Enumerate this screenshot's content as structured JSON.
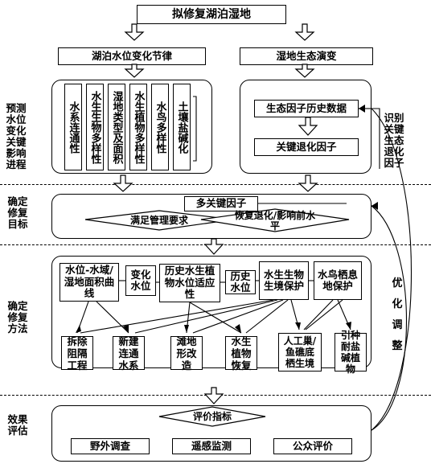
{
  "title": "拟修复湖泊湿地",
  "branches": {
    "left": "湖泊水位变化节律",
    "right": "湿地生态演变"
  },
  "stage_labels": {
    "predict": "预测水位变化关键影响进程",
    "identify": "识别关键生态退化因子",
    "target": "确定修复目标",
    "method": "确定修复方法",
    "evaluate": "效果评估",
    "optimize": "优化调整"
  },
  "influence_factors": [
    "水系连通性",
    "水生生物多样性",
    "湿地类型及面积",
    "水生植物多样性",
    "水鸟多样性",
    "土壤盐碱化"
  ],
  "eco": {
    "history": "生态因子历史数据",
    "key": "关键退化因子"
  },
  "target": {
    "multi": "多关键因子",
    "left": "满足管理要求",
    "right": "恢复退化/影响前水平"
  },
  "methods": {
    "curve": "水位-水域/湿地面积曲线",
    "change": "变化水位",
    "history_level": "历史水生植物水位适应性",
    "hist_small": "历史水位",
    "habitat": "水生生物生境保护",
    "bird": "水鸟栖息地保护"
  },
  "actions": [
    "拆除阻隔工程",
    "新建连通水系",
    "滩地形改造",
    "水生植物恢复",
    "人工巢/鱼礁底栖生境",
    "引种耐盐碱植物"
  ],
  "evaluation": {
    "indicator": "评价指标",
    "items": [
      "野外调查",
      "遥感监测",
      "公众评价"
    ]
  }
}
